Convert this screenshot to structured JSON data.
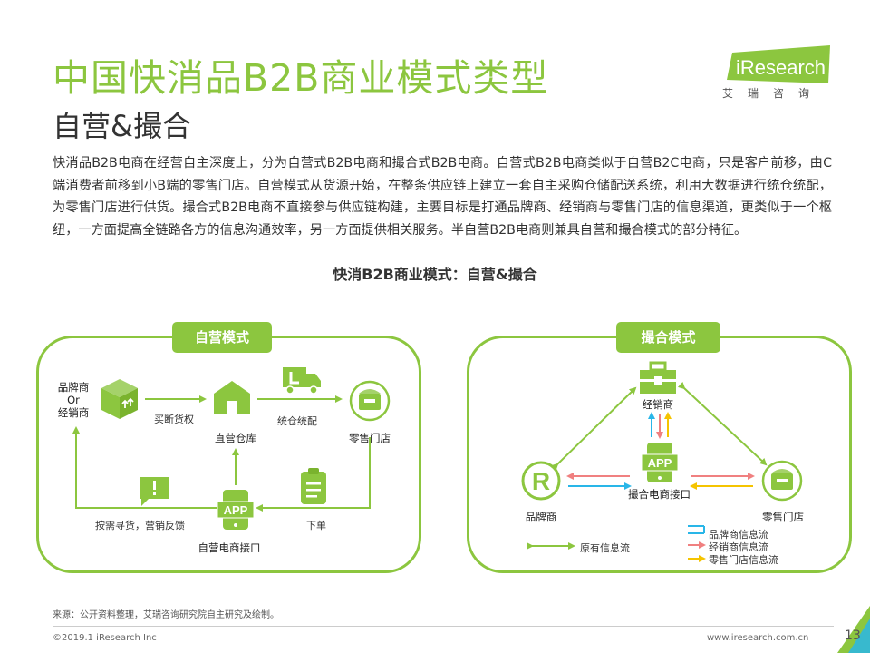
{
  "header": {
    "title": "中国快消品B2B商业模式类型",
    "subtitle": "自营&撮合"
  },
  "logo": {
    "brand": "iResearch",
    "brand_cn": "艾瑞咨询"
  },
  "intro": "快消品B2B电商在经营自主深度上，分为自营式B2B电商和撮合式B2B电商。自营式B2B电商类似于自营B2C电商，只是客户前移，由C端消费者前移到小B端的零售门店。自营模式从货源开始，在整条供应链上建立一套自主采购仓储配送系统，利用大数据进行统仓统配，为零售门店进行供货。撮合式B2B电商不直接参与供应链构建，主要目标是打通品牌商、经销商与零售门店的信息渠道，更类似于一个枢纽，一方面提高全链路各方的信息沟通效率，另一方面提供相关服务。半自营B2B电商则兼具自营和撮合模式的部分特征。",
  "figure_title": "快消B2B商业模式：自营&撮合",
  "self_mode": {
    "tab": "自营模式",
    "brand_line1": "品牌商",
    "brand_line2": "Or",
    "brand_line3": "经销商",
    "warehouse": "直营仓库",
    "store": "零售门店",
    "platform": "自营电商接口",
    "buyout": "买断货权",
    "distribution": "统仓统配",
    "order": "下单",
    "feedback": "按需寻货，营销反馈",
    "app": "APP"
  },
  "match_mode": {
    "tab": "撮合模式",
    "distributor": "经销商",
    "brand": "品牌商",
    "store": "零售门店",
    "platform": "撮合电商接口",
    "app": "APP",
    "legend": {
      "original": "原有信息流",
      "brand_flow": "品牌商信息流",
      "distributor_flow": "经销商信息流",
      "store_flow": "零售门店信息流"
    }
  },
  "colors": {
    "green": "#8cc63f",
    "blue": "#29b6e8",
    "red": "#f08080",
    "yellow": "#f5c400"
  },
  "footer": {
    "source": "来源：公开资料整理，艾瑞咨询研究院自主研究及绘制。",
    "copyright": "©2019.1 iResearch Inc",
    "website": "www.iresearch.com.cn",
    "page": "13"
  }
}
